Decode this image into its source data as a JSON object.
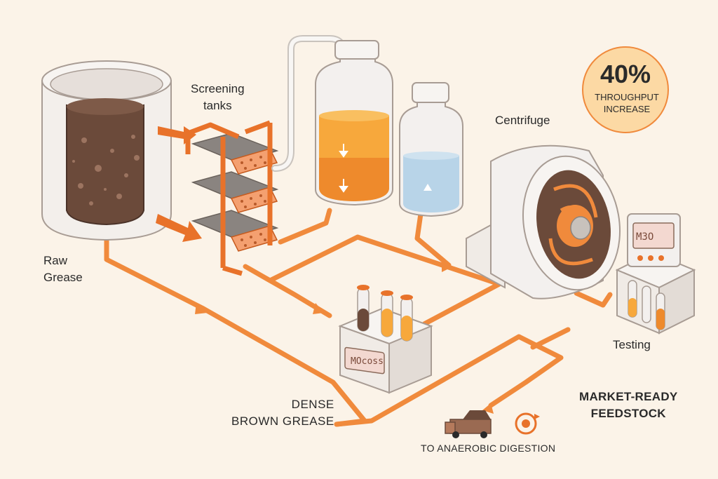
{
  "labels": {
    "raw_grease": "Raw\nGrease",
    "screening_tanks": "Screening\ntanks",
    "centrifuge": "Centrifuge",
    "testing": "Testing",
    "dense_brown_grease": "DENSE\nBROWN GREASE",
    "market_ready": "MARKET-READY\nFEEDSTOCK",
    "anaerobic": "TO ANAEROBIC DIGESTION"
  },
  "stat": {
    "value": "40%",
    "caption": "THROUGHPUT INCREASE"
  },
  "displays": {
    "analyzer": "MOcoss",
    "tester": "M3O"
  },
  "colors": {
    "background": "#fbf3e8",
    "pipe": "#f08a3c",
    "accent": "#e8722a",
    "grease": "#6b4a3a",
    "oil_fill": "#f7a83c",
    "water_fill": "#b8d4e8",
    "badge_fill": "#fcd9a4"
  },
  "icons": {
    "truck": "truck-icon",
    "digestion": "recycle-circle-icon"
  }
}
